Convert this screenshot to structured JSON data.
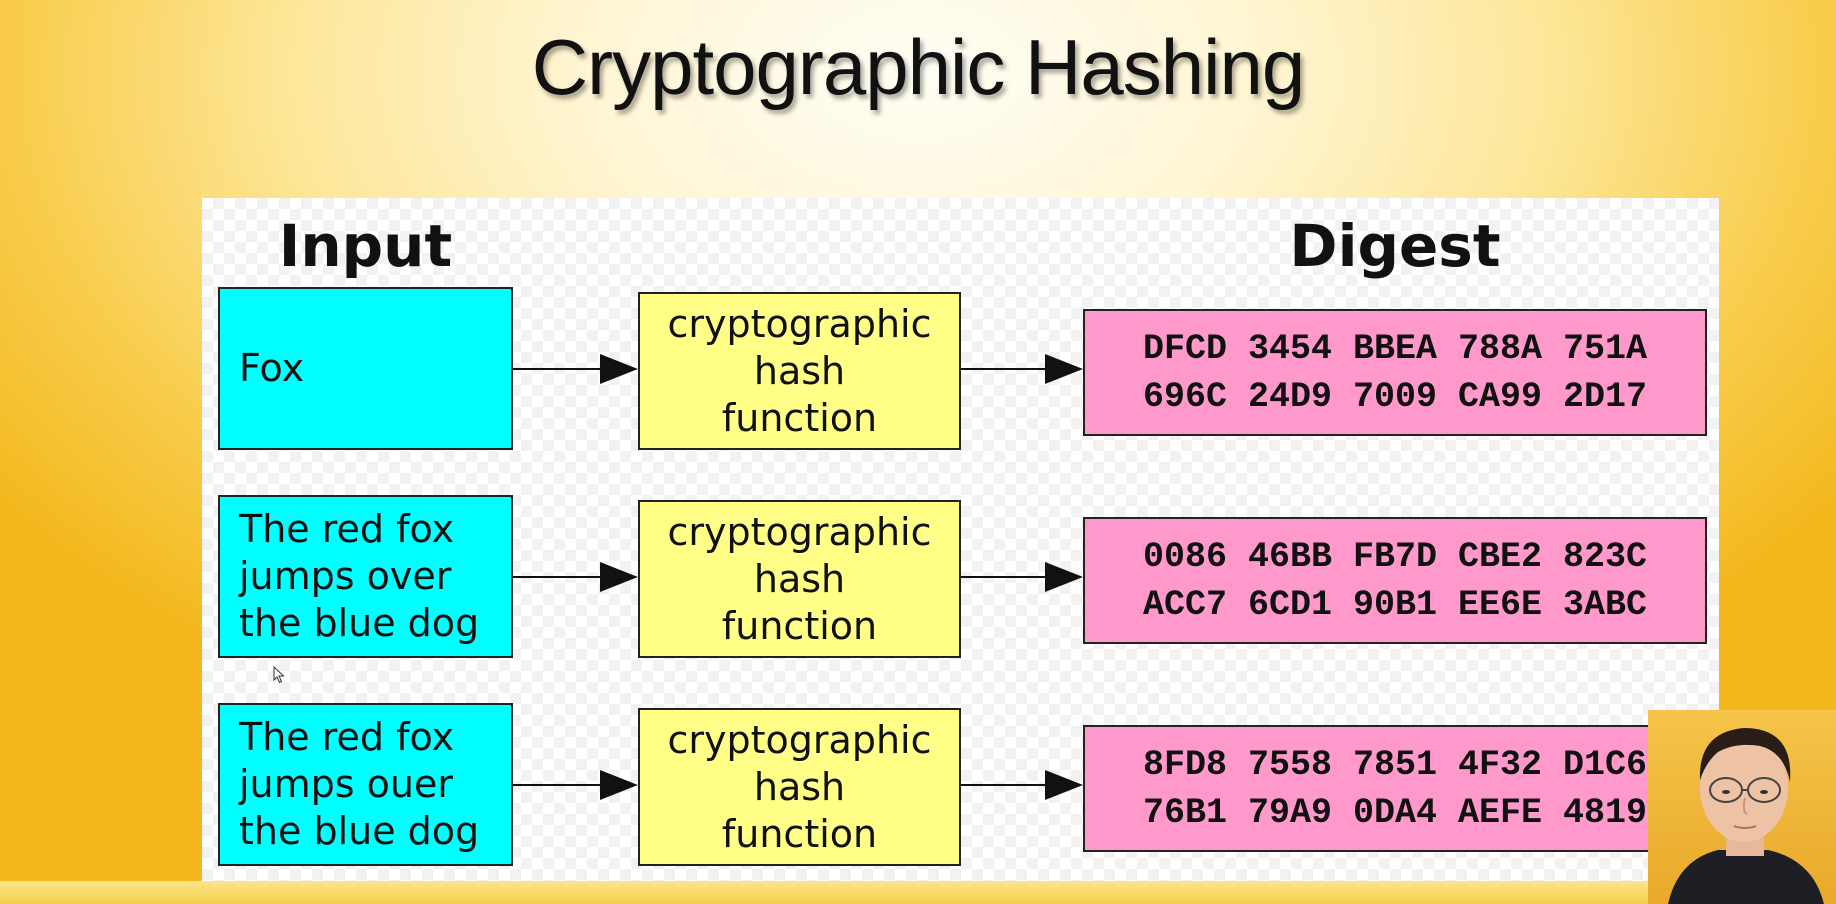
{
  "slide": {
    "title": "Cryptographic Hashing"
  },
  "diagram": {
    "input_header": "Input",
    "digest_header": "Digest",
    "rows": [
      {
        "input": "Fox",
        "hash_function": "cryptographic\nhash\nfunction",
        "digest": "DFCD 3454 BBEA 788A 751A\n696C 24D9 7009 CA99 2D17"
      },
      {
        "input": "The red fox\njumps over\nthe blue dog",
        "hash_function": "cryptographic\nhash\nfunction",
        "digest": "0086 46BB FB7D CBE2 823C\nACC7 6CD1 90B1 EE6E 3ABC"
      },
      {
        "input": "The red fox\njumps ouer\nthe blue dog",
        "hash_function": "cryptographic\nhash\nfunction",
        "digest": "8FD8 7558 7851 4F32 D1C6\n76B1 79A9 0DA4 AEFE 4819"
      }
    ],
    "colors": {
      "input_fill": "#00ffff",
      "hash_fill": "#ffff88",
      "digest_fill": "#ff99cc"
    }
  },
  "icons": {
    "cursor": "mouse-pointer-icon",
    "presenter": "presenter-webcam"
  }
}
